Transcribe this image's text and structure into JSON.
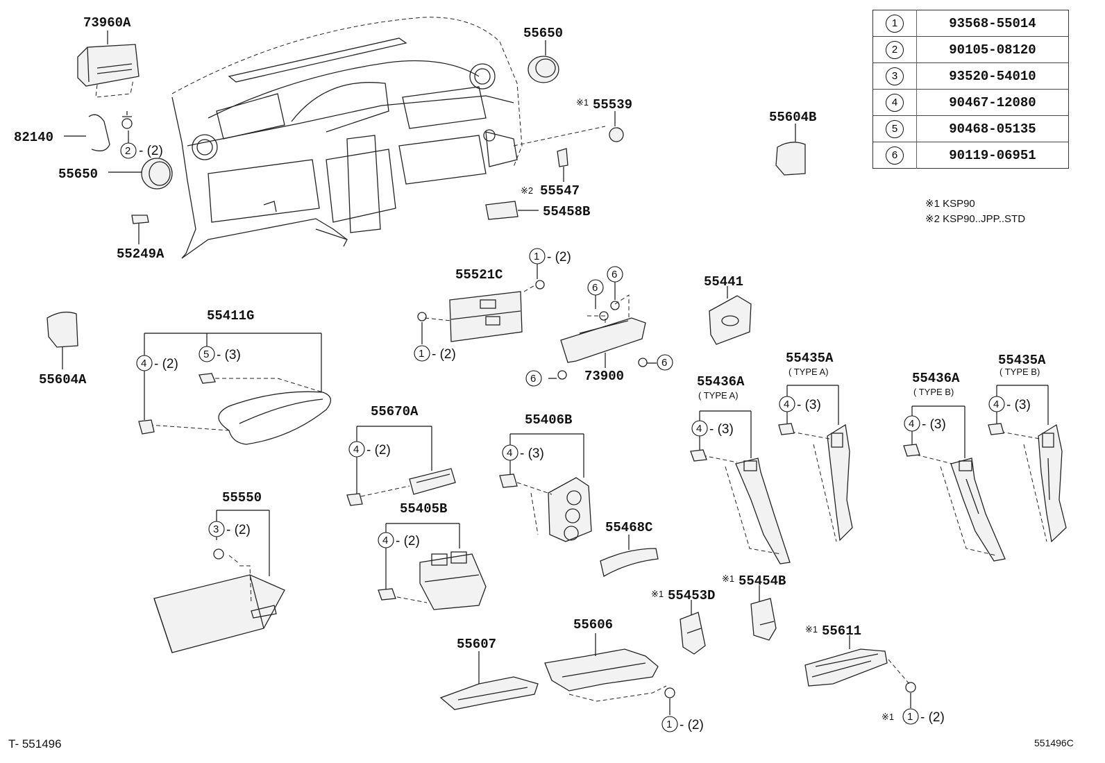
{
  "legend": [
    {
      "num": "1",
      "part": "93568-55014"
    },
    {
      "num": "2",
      "part": "90105-08120"
    },
    {
      "num": "3",
      "part": "93520-54010"
    },
    {
      "num": "4",
      "part": "90467-12080"
    },
    {
      "num": "5",
      "part": "90468-05135"
    },
    {
      "num": "6",
      "part": "90119-06951"
    }
  ],
  "notes": [
    "※1 KSP90",
    "※2 KSP90..JPP..STD"
  ],
  "labels": {
    "p73960A": "73960A",
    "p82140": "82140",
    "p55650a": "55650",
    "p55650b": "55650",
    "p55249A": "55249A",
    "p55539": "55539",
    "p55547": "55547",
    "p55458B": "55458B",
    "p55604B": "55604B",
    "p55604A": "55604A",
    "p55411G": "55411G",
    "p55521C": "55521C",
    "p73900": "73900",
    "p55441": "55441",
    "p55436A1": "55436A",
    "p55435A1": "55435A",
    "p55436A2": "55436A",
    "p55435A2": "55435A",
    "p55670A": "55670A",
    "p55406B": "55406B",
    "p55550": "55550",
    "p55405B": "55405B",
    "p55468C": "55468C",
    "p55454B": "55454B",
    "p55453D": "55453D",
    "p55611": "55611",
    "p55606": "55606",
    "p55607": "55607",
    "typeA": "( TYPE A)",
    "typeB": "( TYPE B)",
    "mark1": "※1",
    "mark2": "※2"
  },
  "qty": {
    "q2": "- (2)",
    "q3": "- (3)"
  },
  "footer": {
    "left": "T- 551496",
    "right": "551496C"
  }
}
